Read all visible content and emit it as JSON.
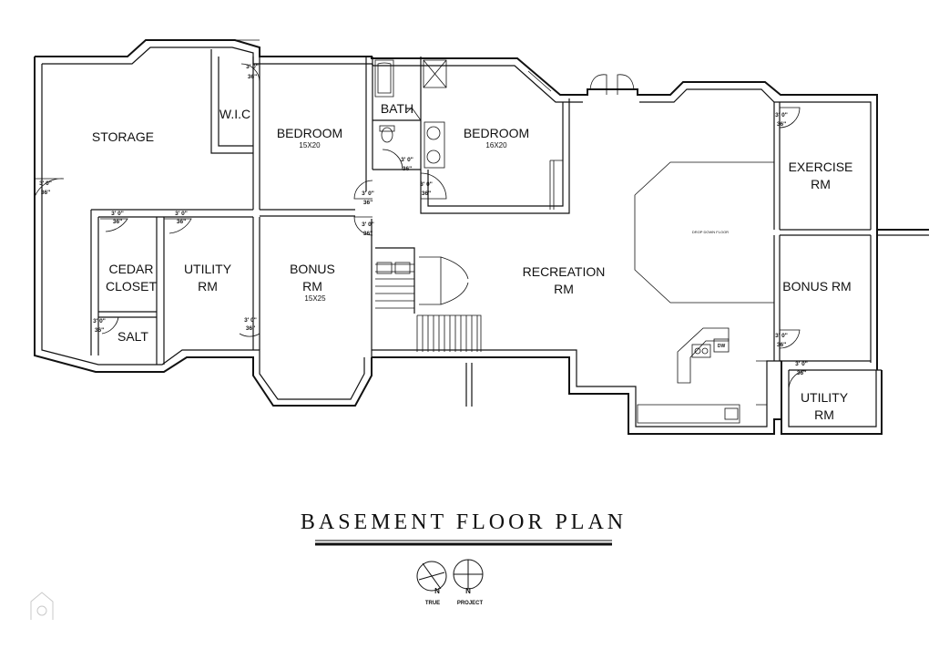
{
  "rooms": {
    "storage": "STORAGE",
    "wic": "W.I.C",
    "bedroom1": "BEDROOM",
    "bedroom1_dim": "15X20",
    "bath": "BATH",
    "bedroom2": "BEDROOM",
    "bedroom2_dim": "16X20",
    "exercise_l1": "EXERCISE",
    "exercise_l2": "RM",
    "cedar_l1": "CEDAR",
    "cedar_l2": "CLOSET",
    "utility1_l1": "UTILITY",
    "utility1_l2": "RM",
    "salt": "SALT",
    "bonus1_l1": "BONUS",
    "bonus1_l2": "RM",
    "bonus1_dim": "15X25",
    "recreation_l1": "RECREATION",
    "recreation_l2": "RM",
    "drop_ceiling": "DROP DOWN FLOOR",
    "bonus2": "BONUS RM",
    "utility2_l1": "UTILITY",
    "utility2_l2": "RM",
    "dw": "DW"
  },
  "doors": {
    "size_top": "3' 0\"",
    "size_bottom": "36\""
  },
  "title": "BASEMENT FLOOR PLAN",
  "compass": {
    "true_label": "TRUE",
    "project_label": "PROJECT",
    "north": "N"
  }
}
